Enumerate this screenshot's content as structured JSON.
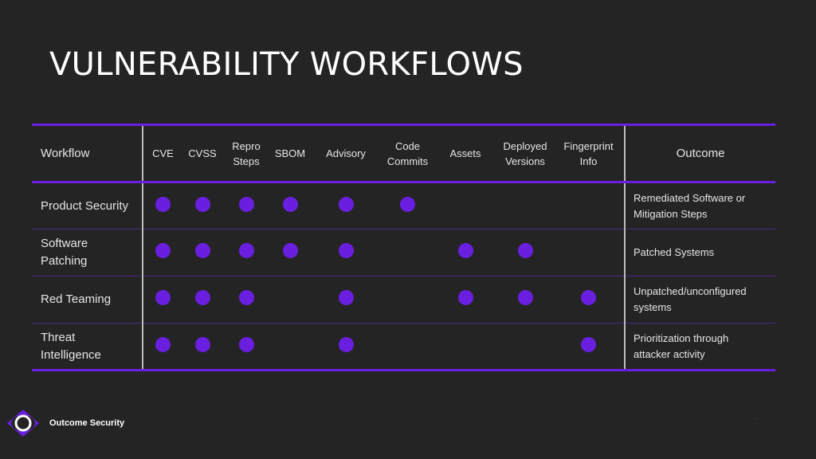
{
  "slide": {
    "title": "VULNERABILITY WORKFLOWS",
    "page_number": ".",
    "colors": {
      "accent": "#6a1fe0",
      "background": "#242424",
      "row_divider": "#4a2a86",
      "column_separator": "#bdbdbd"
    }
  },
  "table": {
    "headers": {
      "workflow": "Workflow",
      "outcome": "Outcome",
      "attributes": [
        "CVE",
        "CVSS",
        "Repro\nSteps",
        "SBOM",
        "Advisory",
        "Code\nCommits",
        "Assets",
        "Deployed\nVersions",
        "Fingerprint\nInfo"
      ]
    },
    "rows": [
      {
        "workflow": "Product Security",
        "marks": [
          true,
          true,
          true,
          true,
          true,
          true,
          false,
          false,
          false
        ],
        "outcome": "Remediated Software or\nMitigation Steps"
      },
      {
        "workflow": "Software\nPatching",
        "marks": [
          true,
          true,
          true,
          true,
          true,
          false,
          true,
          true,
          false
        ],
        "outcome": "Patched Systems"
      },
      {
        "workflow": "Red Teaming",
        "marks": [
          true,
          true,
          true,
          false,
          true,
          false,
          true,
          true,
          true
        ],
        "outcome": "Unpatched/unconfigured\nsystems"
      },
      {
        "workflow": "Threat\nIntelligence",
        "marks": [
          true,
          true,
          true,
          false,
          true,
          false,
          false,
          false,
          true
        ],
        "outcome": "Prioritization through\nattacker activity"
      }
    ]
  },
  "footer": {
    "brand": "Outcome Security",
    "logo_icon": "eye-logo-icon"
  }
}
